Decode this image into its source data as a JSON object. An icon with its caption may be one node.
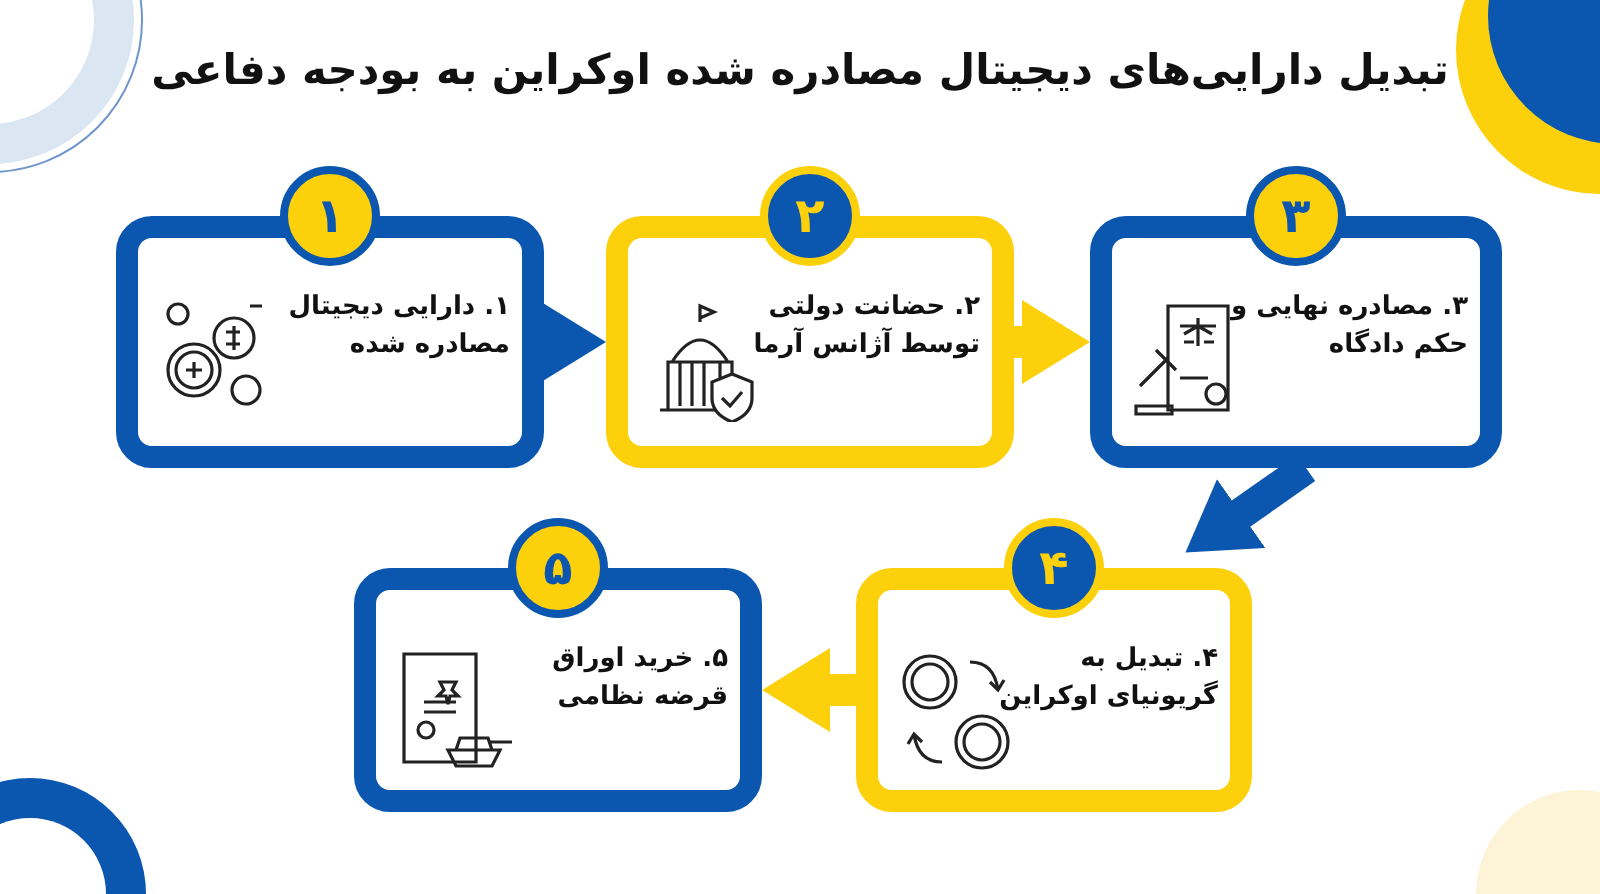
{
  "diagram": {
    "title": "تبدیل دارایی‌های دیجیتال مصادره شده اوکراین به بودجه دفاعی",
    "nodes": [
      {
        "text": [
          "۱",
          "۱. دارایی دیجیتال مصادره شده"
        ]
      },
      {
        "text": [
          "۲",
          "۲. حضانت دولتی توسط آژانس آرما"
        ]
      },
      {
        "text": [
          "۳",
          "۳. مصادره نهایی و حکم دادگاه"
        ]
      },
      {
        "text": [
          "۴",
          "۴. تبدیل به گریونیای اوکراین"
        ]
      },
      {
        "text": [
          "۵",
          "۵. خرید اوراق قرضه نظامی"
        ]
      }
    ],
    "edges": [
      {
        "from": 0,
        "to": 1,
        "arrow": "to",
        "color": "#0b57b0"
      },
      {
        "from": 1,
        "to": 2,
        "arrow": "to",
        "color": "#fdd00c"
      },
      {
        "from": 2,
        "to": 3,
        "arrow": "to",
        "color": "#0b57b0"
      },
      {
        "from": 3,
        "to": 4,
        "arrow": "to",
        "color": "#fdd00c"
      }
    ]
  }
}
